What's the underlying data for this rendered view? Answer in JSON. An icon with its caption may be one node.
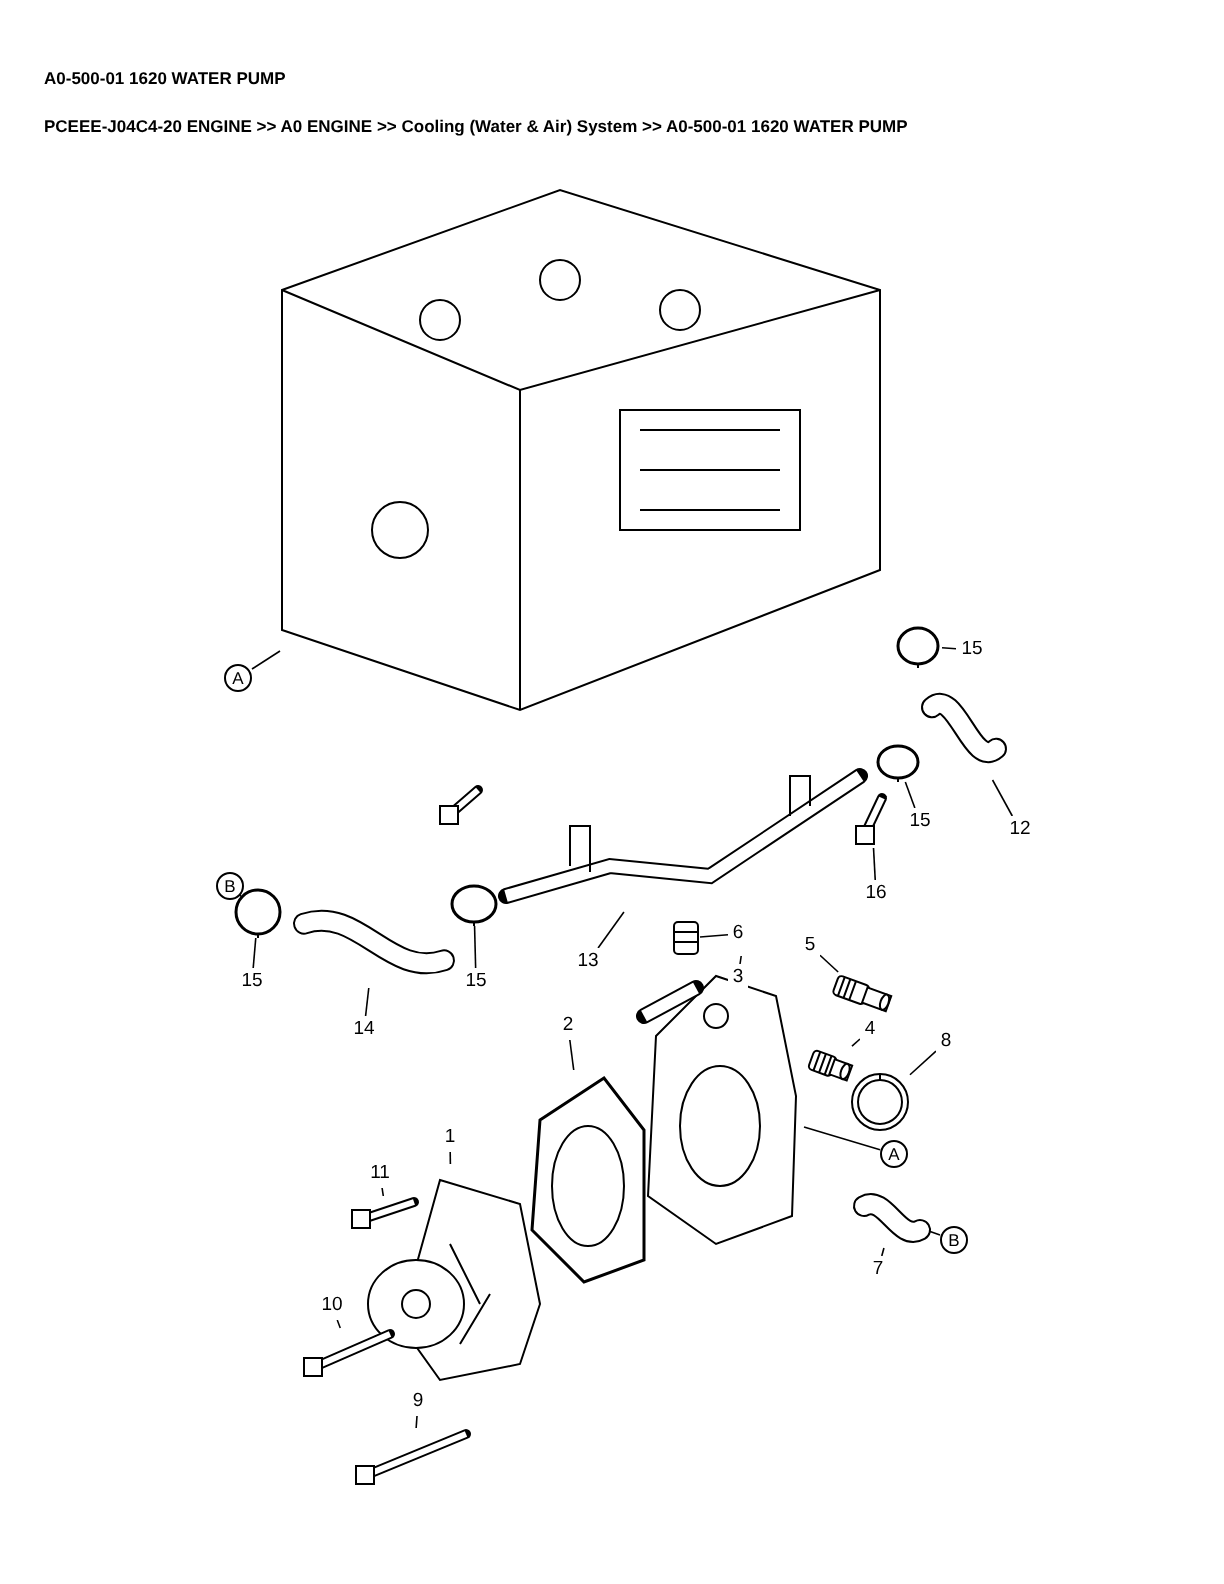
{
  "diagram": {
    "title": "A0-500-01 1620 WATER PUMP",
    "nodes": [
      {
        "text": [],
        "shape": "picture"
      },
      {
        "text": [],
        "shape": "picture"
      },
      {
        "text": [],
        "shape": "picture"
      },
      {
        "text": [],
        "shape": "picture"
      },
      {
        "text": [],
        "shape": "picture"
      },
      {
        "text": [],
        "shape": "picture"
      },
      {
        "text": [],
        "shape": "picture"
      },
      {
        "text": [],
        "shape": "picture"
      },
      {
        "text": [],
        "shape": "picture"
      },
      {
        "text": [],
        "shape": "picture"
      },
      {
        "text": [],
        "shape": "picture"
      },
      {
        "text": [],
        "shape": "picture"
      },
      {
        "text": [],
        "shape": "picture"
      },
      {
        "text": [],
        "shape": "picture"
      },
      {
        "text": [],
        "shape": "picture"
      },
      {
        "text": [],
        "shape": "picture"
      },
      {
        "text": [],
        "shape": "picture"
      },
      {
        "text": [],
        "shape": "picture"
      },
      {
        "text": [],
        "shape": "picture"
      },
      {
        "text": [],
        "shape": "picture"
      },
      {
        "text": [],
        "shape": "picture"
      },
      {
        "text": [
          "15"
        ]
      },
      {
        "text": [
          "12"
        ]
      },
      {
        "text": [
          "15"
        ]
      },
      {
        "text": [
          "16"
        ]
      },
      {
        "text": [
          "13"
        ]
      },
      {
        "text": [
          "15"
        ]
      },
      {
        "text": [
          "14"
        ]
      },
      {
        "text": [
          "15"
        ]
      },
      {
        "text": [
          "6"
        ]
      },
      {
        "text": [
          "3"
        ]
      },
      {
        "text": [
          "5"
        ]
      },
      {
        "text": [
          "4"
        ]
      },
      {
        "text": [
          "8"
        ]
      },
      {
        "text": [
          "2"
        ]
      },
      {
        "text": [
          "1"
        ]
      },
      {
        "text": [
          "11"
        ]
      },
      {
        "text": [
          "10"
        ]
      },
      {
        "text": [
          "9"
        ]
      },
      {
        "text": [
          "7"
        ]
      },
      {
        "text": [
          "A"
        ]
      },
      {
        "text": [
          "B"
        ]
      },
      {
        "text": [
          "A"
        ]
      },
      {
        "text": [
          "B"
        ]
      }
    ],
    "edges": [
      {
        "from": 21,
        "to": 1,
        "arrow": "none"
      },
      {
        "from": 22,
        "to": 2,
        "arrow": "none"
      },
      {
        "from": 23,
        "to": 3,
        "arrow": "none"
      },
      {
        "from": 24,
        "to": 4,
        "arrow": "none"
      },
      {
        "from": 25,
        "to": 5,
        "arrow": "none"
      },
      {
        "from": 26,
        "to": 7,
        "arrow": "none"
      },
      {
        "from": 27,
        "to": 8,
        "arrow": "none"
      },
      {
        "from": 28,
        "to": 9,
        "arrow": "none"
      },
      {
        "from": 29,
        "to": 10,
        "arrow": "none"
      },
      {
        "from": 30,
        "to": 11,
        "arrow": "none"
      },
      {
        "from": 31,
        "to": 12,
        "arrow": "none"
      },
      {
        "from": 32,
        "to": 13,
        "arrow": "none"
      },
      {
        "from": 33,
        "to": 14,
        "arrow": "none"
      },
      {
        "from": 34,
        "to": 15,
        "arrow": "none"
      },
      {
        "from": 35,
        "to": 16,
        "arrow": "none"
      },
      {
        "from": 36,
        "to": 17,
        "arrow": "none"
      },
      {
        "from": 37,
        "to": 18,
        "arrow": "none"
      },
      {
        "from": 38,
        "to": 19,
        "arrow": "none"
      },
      {
        "from": 39,
        "to": 20,
        "arrow": "none"
      },
      {
        "from": 40,
        "to": 0,
        "arrow": "none"
      },
      {
        "from": 41,
        "to": 9,
        "arrow": "none"
      },
      {
        "from": 42,
        "to": 11,
        "arrow": "none"
      },
      {
        "from": 43,
        "to": 20,
        "arrow": "none"
      }
    ],
    "labels": [
      "PCEEE-J04C4-20 ENGINE >> A0 ENGINE >> Cooling (Water & Air) System >> A0-500-01 1620 WATER PUMP"
    ]
  }
}
